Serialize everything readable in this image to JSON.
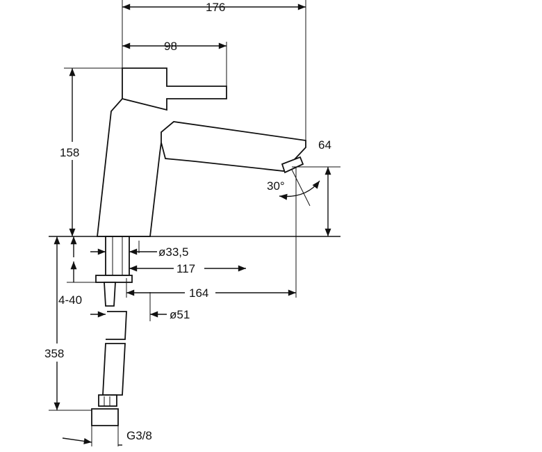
{
  "diagram": {
    "dimensions": {
      "overall_width": "176",
      "lever_length": "98",
      "height": "158",
      "spout_height": "64",
      "angle": "30°",
      "shank_diameter": "ø33,5",
      "reach_117": "117",
      "reach_164": "164",
      "base_diameter": "ø51",
      "deck_thickness": "4-40",
      "hose_length": "358",
      "thread": "G3/8"
    }
  }
}
